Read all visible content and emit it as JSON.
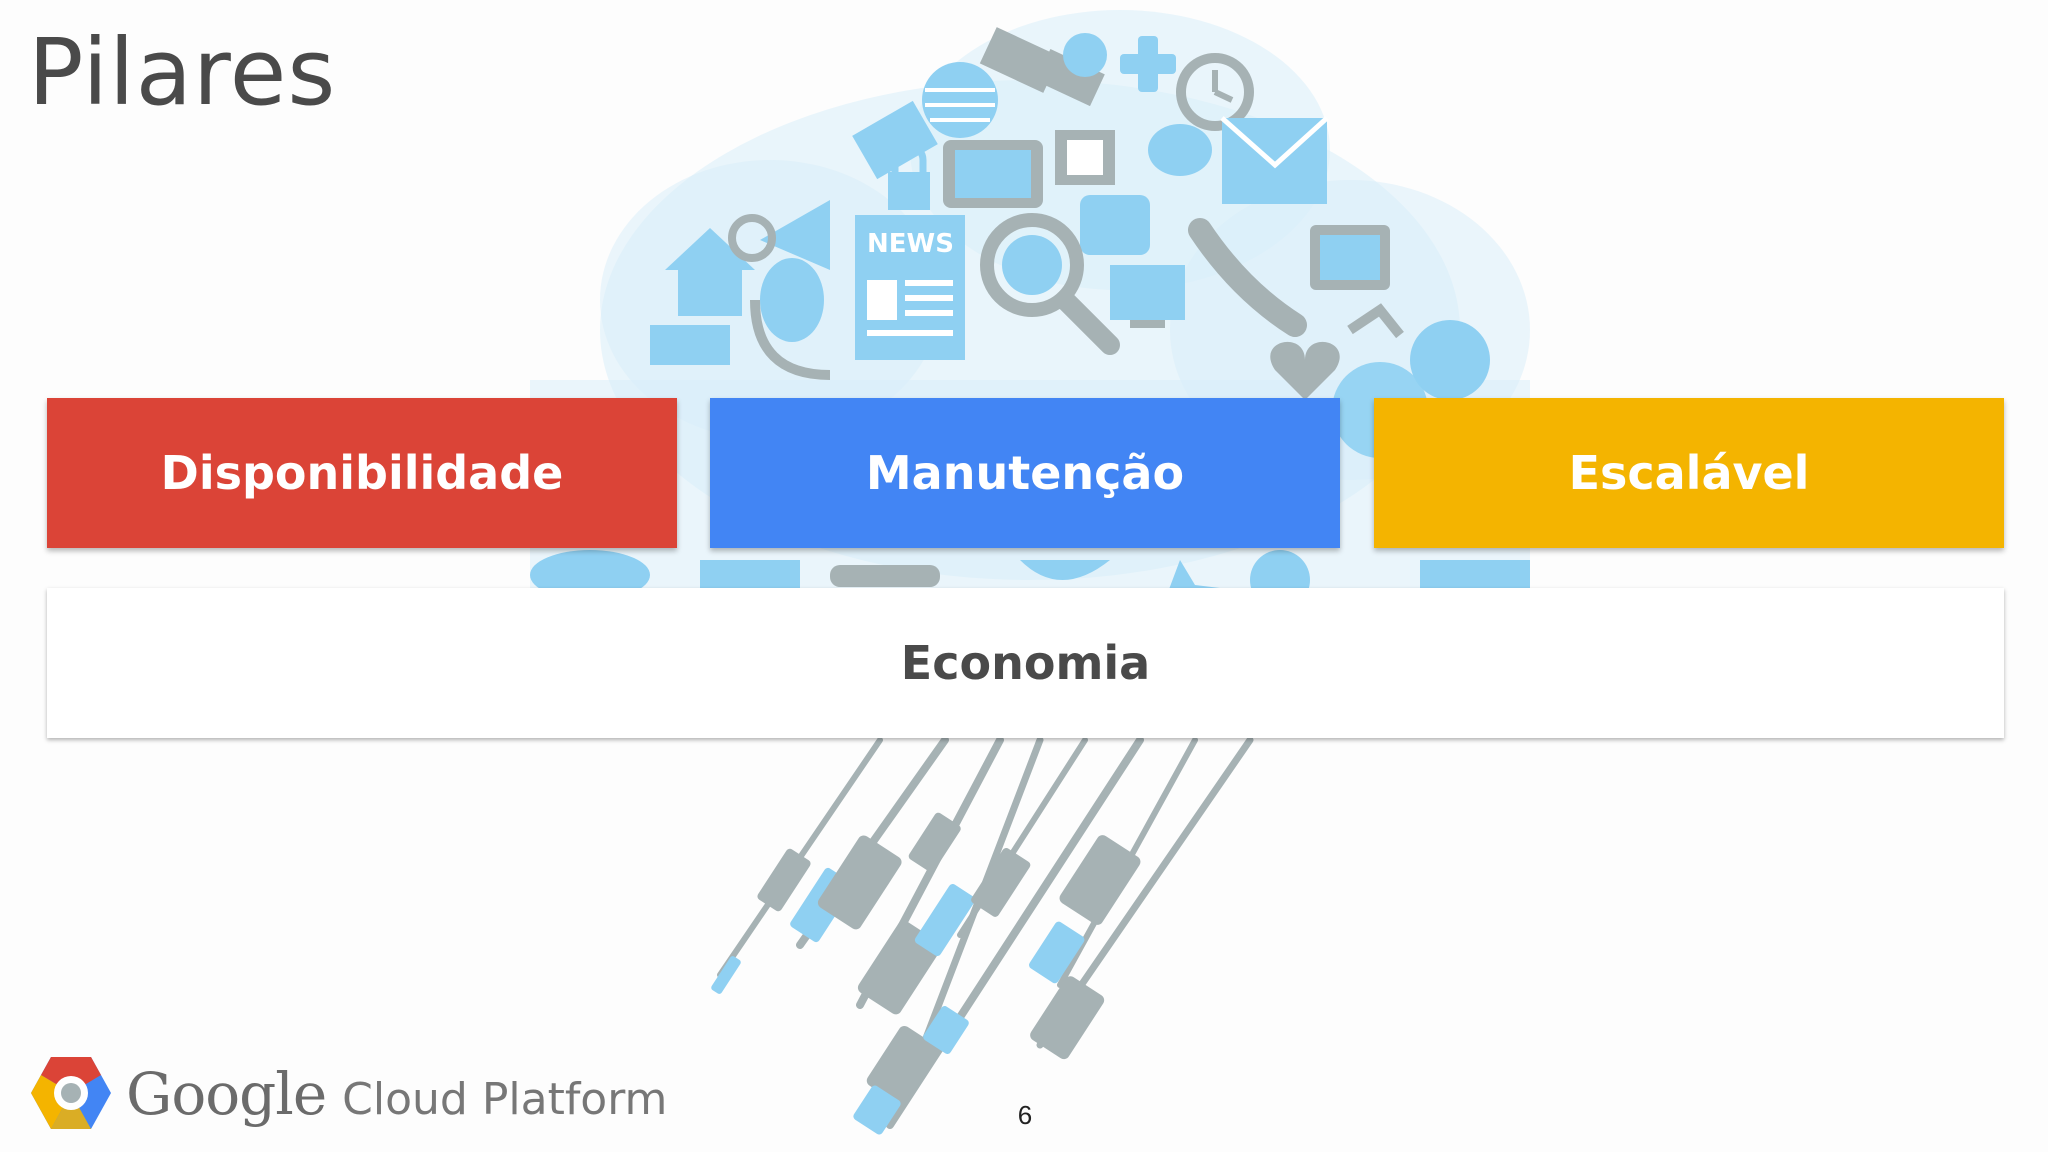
{
  "slide": {
    "title": "Pilares",
    "page_number": "6"
  },
  "pillars": [
    {
      "label": "Disponibilidade",
      "color": "#db4437"
    },
    {
      "label": "Manutenção",
      "color": "#4285f4"
    },
    {
      "label": "Escalável",
      "color": "#f4b400"
    }
  ],
  "foundation": {
    "label": "Economia"
  },
  "branding": {
    "google": "Google",
    "product": "Cloud Platform",
    "logo_colors": [
      "#db4437",
      "#4285f4",
      "#f4b400",
      "#0f9d58"
    ]
  },
  "illustration": {
    "icon": "cloud-of-media-icons",
    "news_label": "NEWS",
    "palette": [
      "#8fd0f2",
      "#a6b2b4"
    ]
  }
}
